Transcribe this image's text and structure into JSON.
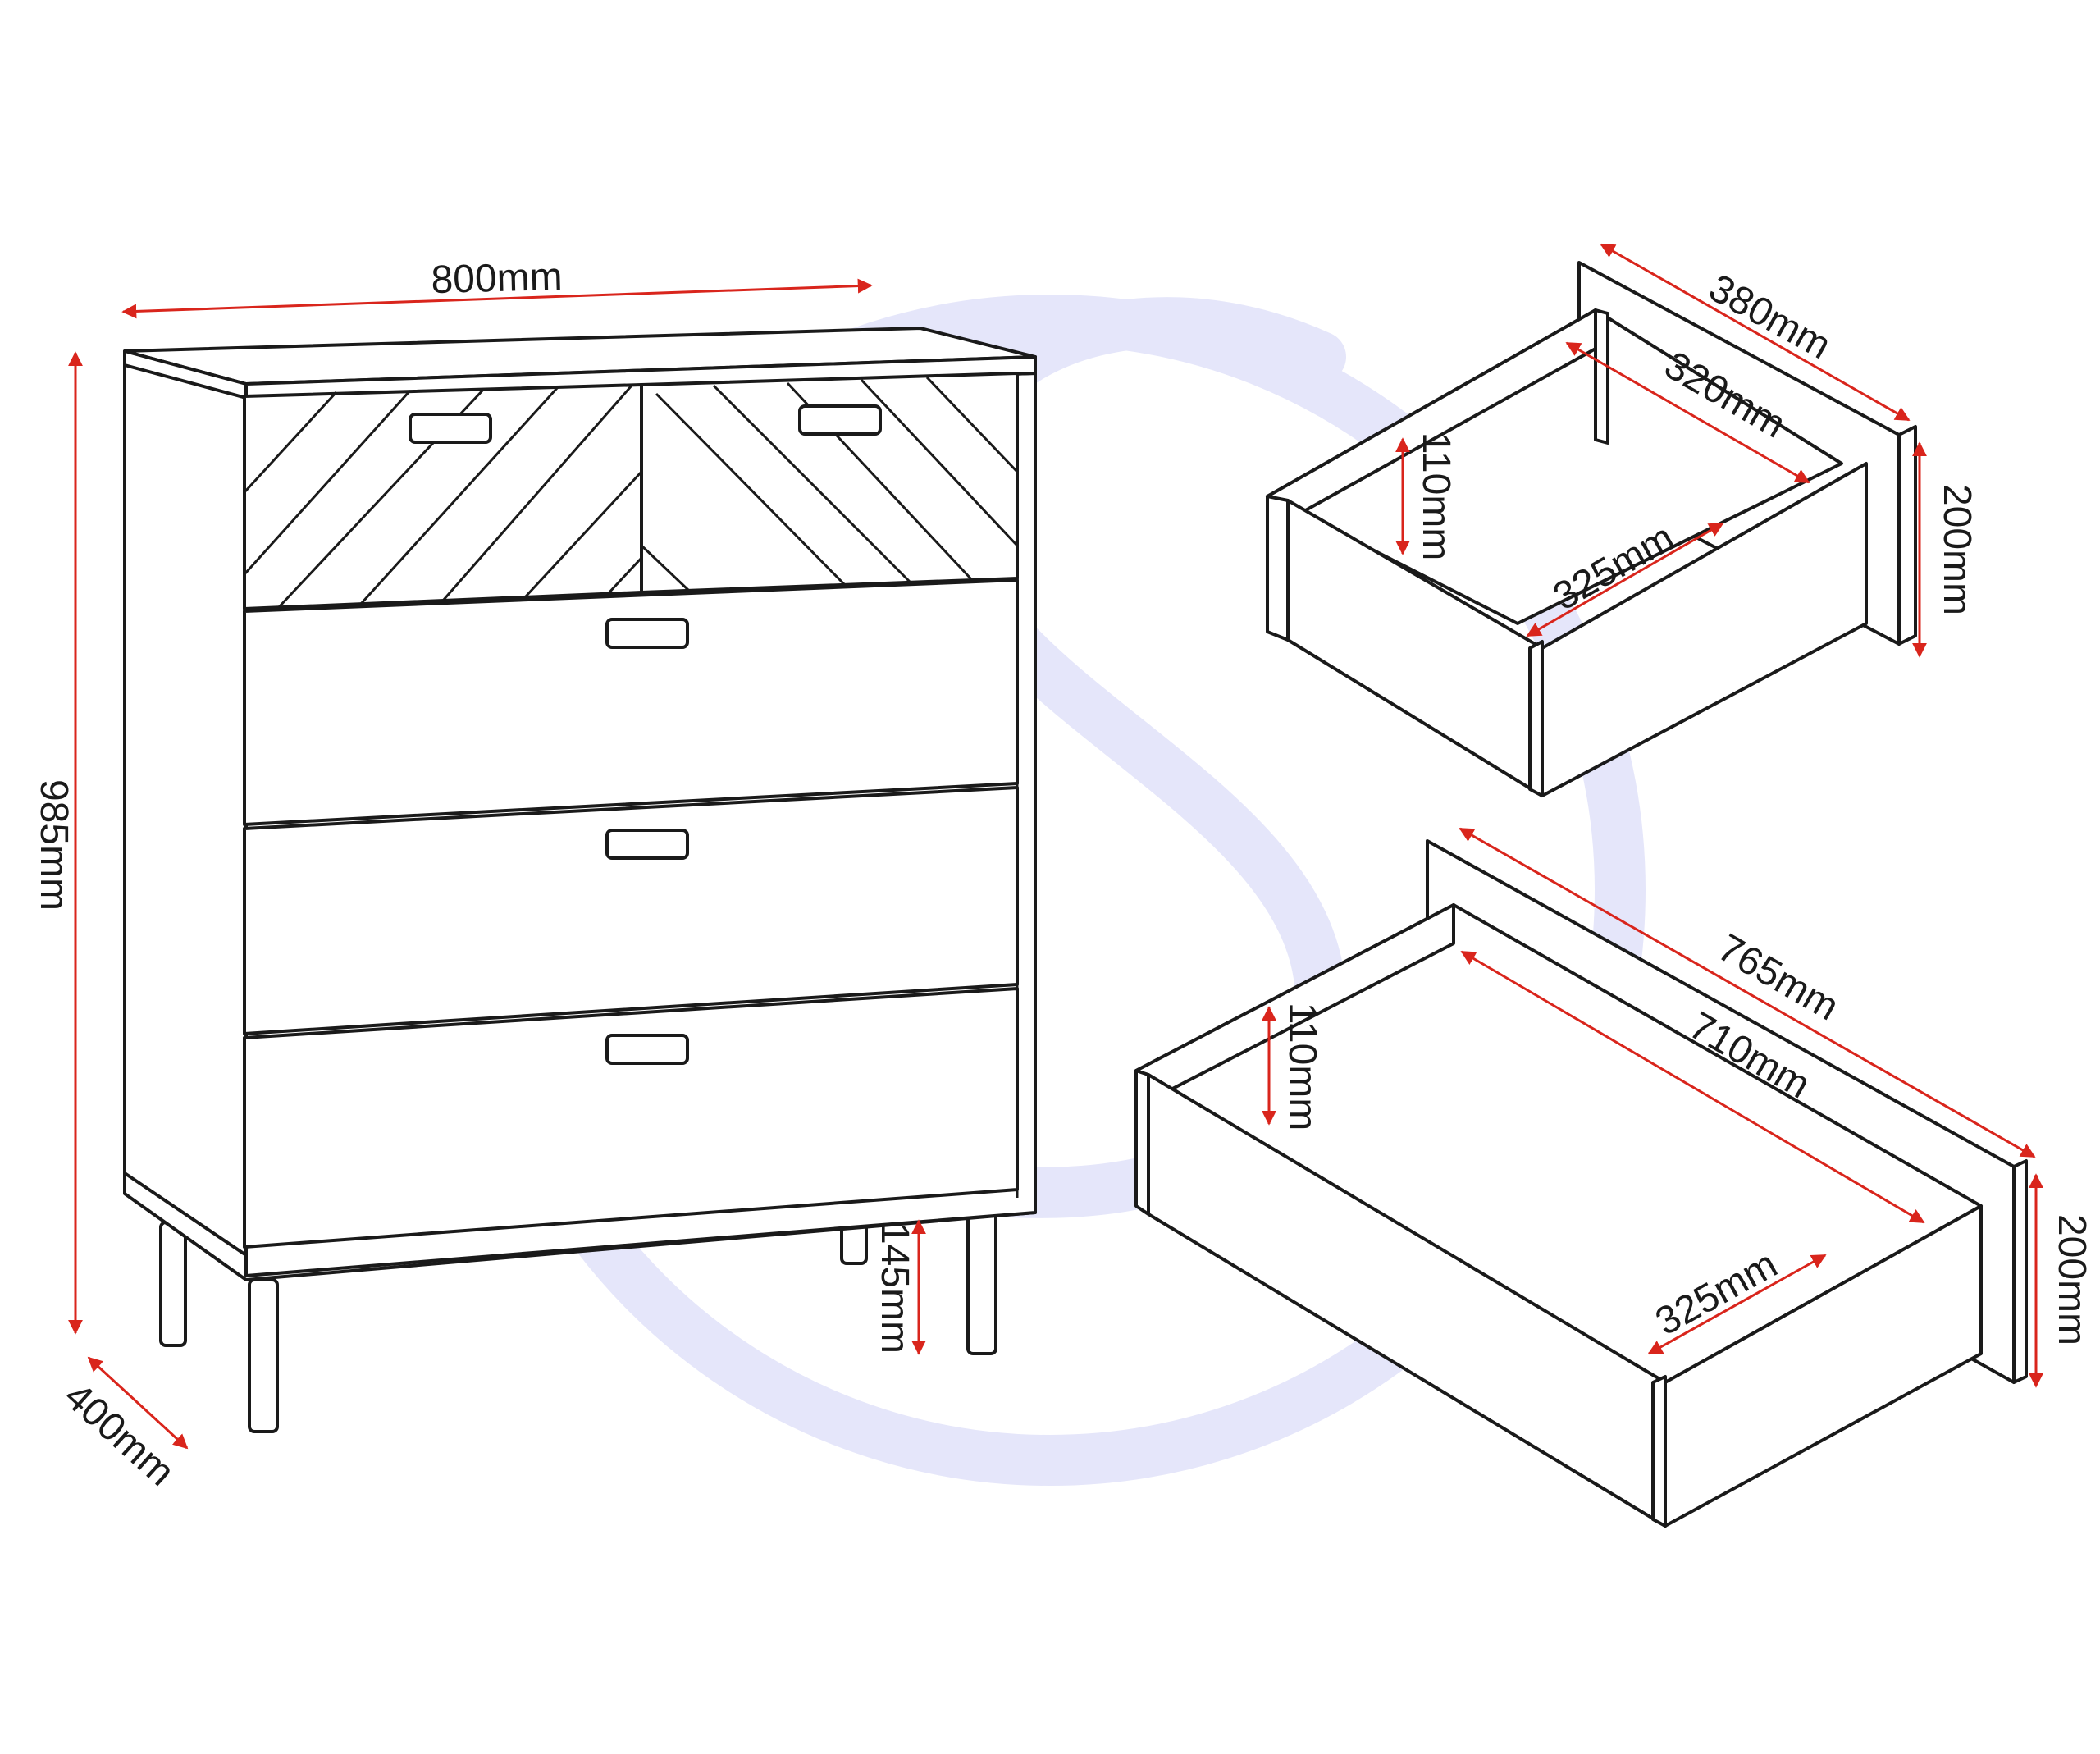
{
  "colors": {
    "dimension": "#d9251c",
    "outline": "#1a1a1a",
    "watermark": "#e5e6fa"
  },
  "dimensions": {
    "chest_width": "800mm",
    "chest_height": "985mm",
    "chest_depth": "400mm",
    "leg_height": "145mm",
    "small_drawer": {
      "outer_depth": "380mm",
      "inner_depth": "320mm",
      "inner_width": "325mm",
      "inner_height": "110mm",
      "front_height": "200mm"
    },
    "large_drawer": {
      "outer_width": "765mm",
      "inner_width": "710mm",
      "inner_depth": "325mm",
      "inner_height": "110mm",
      "front_height": "200mm"
    }
  }
}
